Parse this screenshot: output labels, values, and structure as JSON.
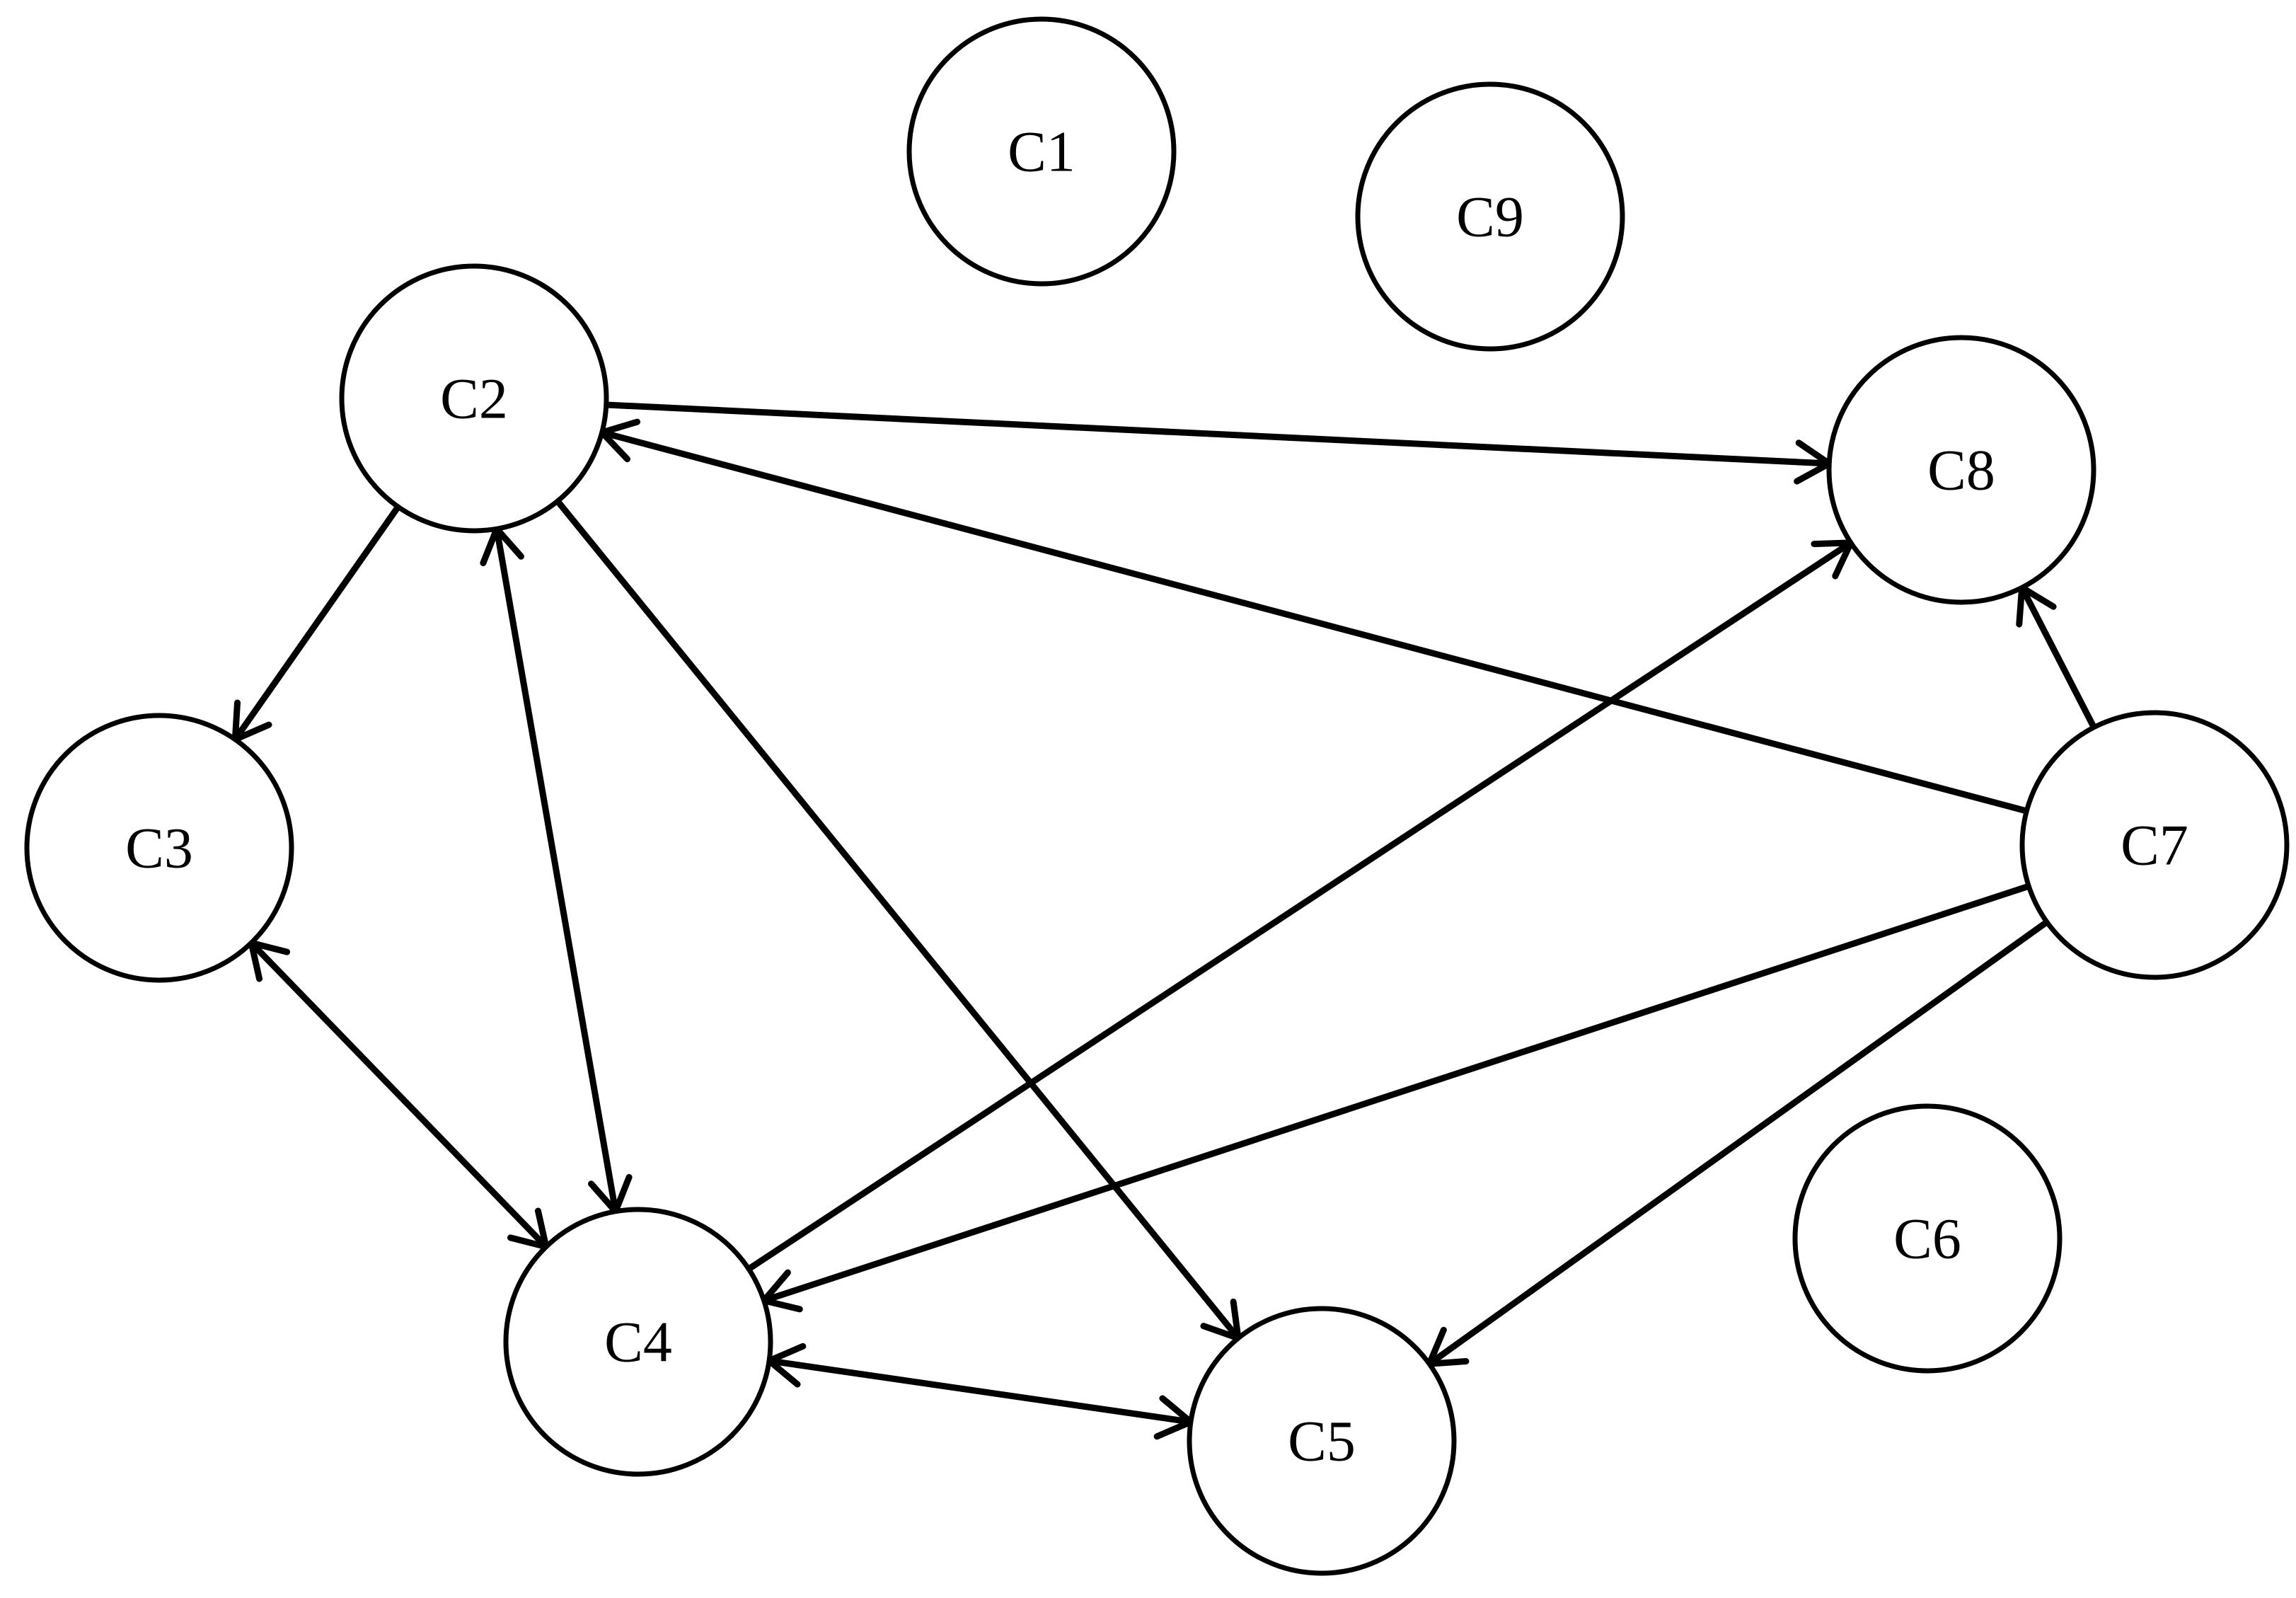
{
  "nodes": [
    {
      "id": "C1",
      "label": "C1"
    },
    {
      "id": "C2",
      "label": "C2"
    },
    {
      "id": "C3",
      "label": "C3"
    },
    {
      "id": "C4",
      "label": "C4"
    },
    {
      "id": "C5",
      "label": "C5"
    },
    {
      "id": "C6",
      "label": "C6"
    },
    {
      "id": "C7",
      "label": "C7"
    },
    {
      "id": "C8",
      "label": "C8"
    },
    {
      "id": "C9",
      "label": "C9"
    }
  ],
  "edges": [
    {
      "from": "C2",
      "to": "C8",
      "directed": "forward"
    },
    {
      "from": "C7",
      "to": "C2",
      "directed": "forward"
    },
    {
      "from": "C2",
      "to": "C3",
      "directed": "forward"
    },
    {
      "from": "C2",
      "to": "C4",
      "directed": "both"
    },
    {
      "from": "C2",
      "to": "C5",
      "directed": "forward"
    },
    {
      "from": "C3",
      "to": "C4",
      "directed": "both"
    },
    {
      "from": "C4",
      "to": "C8",
      "directed": "forward"
    },
    {
      "from": "C7",
      "to": "C8",
      "directed": "forward"
    },
    {
      "from": "C7",
      "to": "C4",
      "directed": "forward"
    },
    {
      "from": "C7",
      "to": "C5",
      "directed": "forward"
    },
    {
      "from": "C4",
      "to": "C5",
      "directed": "both"
    }
  ],
  "colors": {
    "stroke": "#000000",
    "background": "#ffffff"
  }
}
